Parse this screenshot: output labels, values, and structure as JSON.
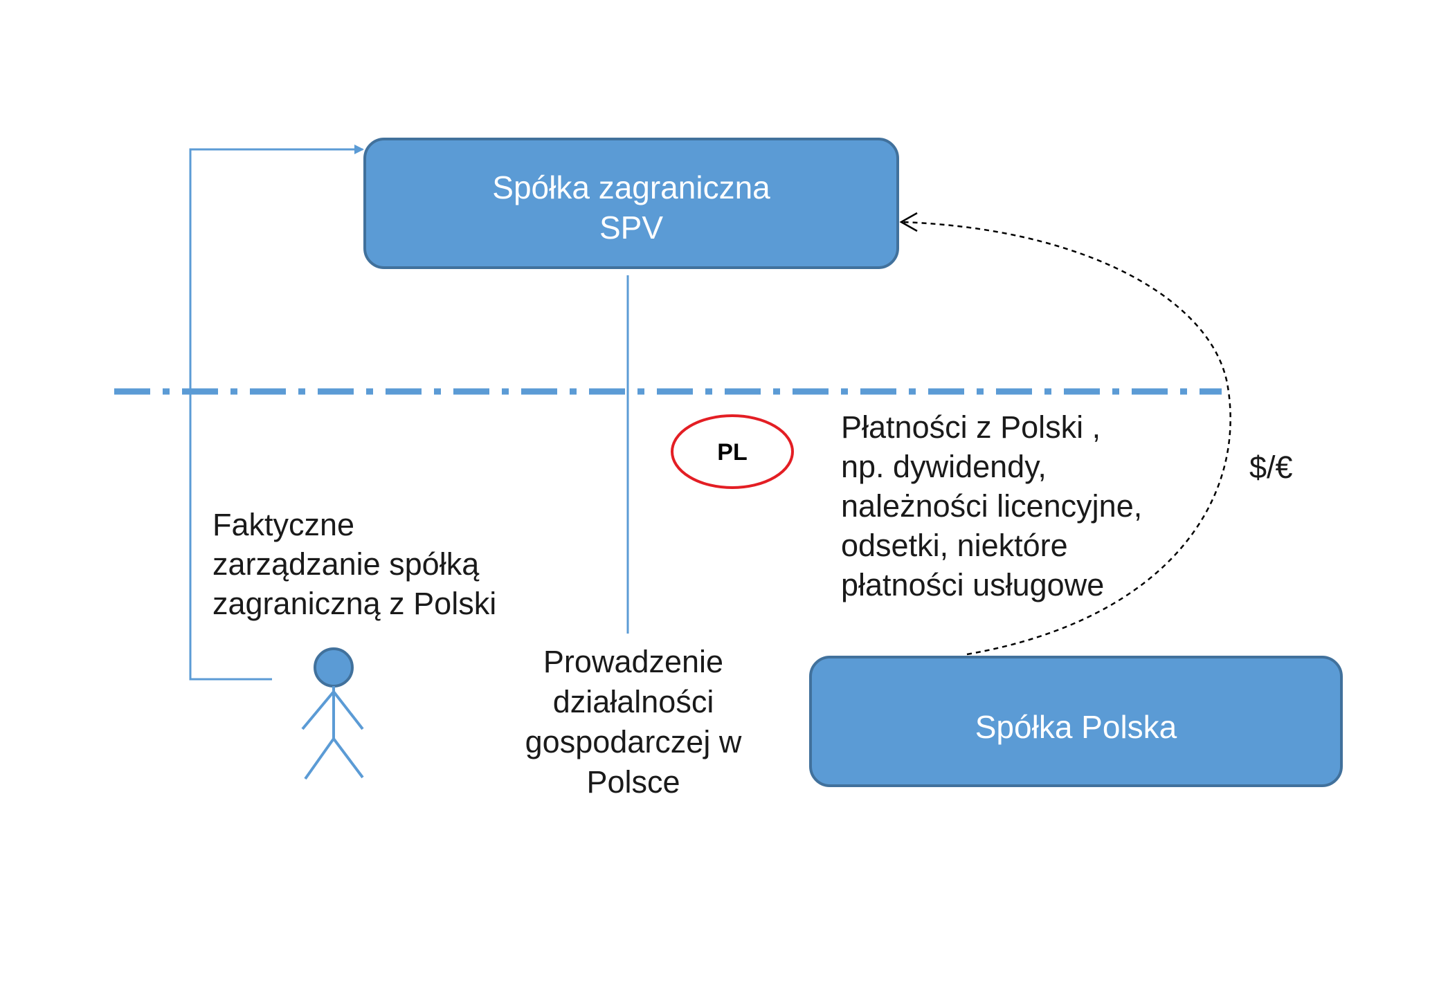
{
  "foreign_company": {
    "line1": "Spółka zagraniczna",
    "line2": "SPV"
  },
  "polish_company": {
    "label": "Spółka Polska"
  },
  "jurisdiction_badge": {
    "label": "PL"
  },
  "management_note": {
    "line1": "Faktyczne",
    "line2": "zarządzanie spółką",
    "line3": "zagraniczną z Polski"
  },
  "business_note": {
    "line1": "Prowadzenie",
    "line2": "działalności",
    "line3": "gospodarczej w",
    "line4": "Polsce"
  },
  "payments_note": {
    "line1": "Płatności z Polski ,",
    "line2": "np. dywidendy,",
    "line3": "należności licencyjne,",
    "line4": "odsetki, niektóre",
    "line5": "płatności usługowe"
  },
  "currency_label": "$/€",
  "colors": {
    "box_fill": "#5b9bd5",
    "box_stroke": "#41719c",
    "connector": "#5b9bd5",
    "badge_stroke": "#e31e24",
    "dotted_arrow": "#000000"
  },
  "icons": {
    "person": "person-stick-figure-icon",
    "arrowhead": "arrowhead-icon"
  }
}
